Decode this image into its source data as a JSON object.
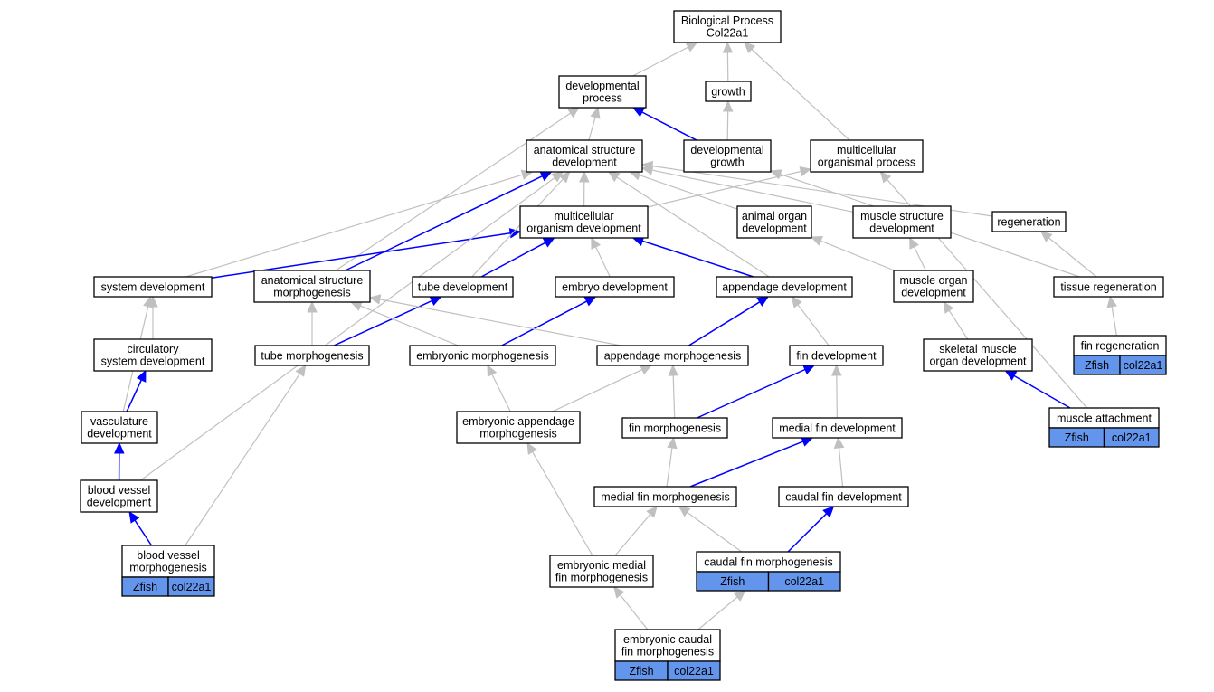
{
  "graph": {
    "nodes": {
      "bp": {
        "lines": [
          "Biological Process",
          "Col22a1"
        ]
      },
      "devproc": {
        "lines": [
          "developmental",
          "process"
        ]
      },
      "growth": {
        "lines": [
          "growth"
        ]
      },
      "asd": {
        "lines": [
          "anatomical structure",
          "development"
        ]
      },
      "devgrowth": {
        "lines": [
          "developmental",
          "growth"
        ]
      },
      "mop": {
        "lines": [
          "multicellular",
          "organismal process"
        ]
      },
      "mod": {
        "lines": [
          "multicellular",
          "organism development"
        ]
      },
      "aod": {
        "lines": [
          "animal organ",
          "development"
        ]
      },
      "msd": {
        "lines": [
          "muscle structure",
          "development"
        ]
      },
      "regen": {
        "lines": [
          "regeneration"
        ]
      },
      "sysdev": {
        "lines": [
          "system development"
        ]
      },
      "asm": {
        "lines": [
          "anatomical structure",
          "morphogenesis"
        ]
      },
      "tubedev": {
        "lines": [
          "tube development"
        ]
      },
      "embdev": {
        "lines": [
          "embryo development"
        ]
      },
      "appdev": {
        "lines": [
          "appendage development"
        ]
      },
      "muscorg": {
        "lines": [
          "muscle organ",
          "development"
        ]
      },
      "tissregen": {
        "lines": [
          "tissue regeneration"
        ]
      },
      "circ": {
        "lines": [
          "circulatory",
          "system development"
        ]
      },
      "tubemorph": {
        "lines": [
          "tube morphogenesis"
        ]
      },
      "embmorph": {
        "lines": [
          "embryonic morphogenesis"
        ]
      },
      "appmorph": {
        "lines": [
          "appendage morphogenesis"
        ]
      },
      "findev": {
        "lines": [
          "fin development"
        ]
      },
      "skel": {
        "lines": [
          "skeletal muscle",
          "organ development"
        ]
      },
      "finregen": {
        "lines": [
          "fin regeneration"
        ],
        "annotation": [
          "Zfish",
          "col22a1"
        ]
      },
      "vasc": {
        "lines": [
          "vasculature",
          "development"
        ]
      },
      "embapp": {
        "lines": [
          "embryonic appendage",
          "morphogenesis"
        ]
      },
      "finmorph": {
        "lines": [
          "fin morphogenesis"
        ]
      },
      "medfindev": {
        "lines": [
          "medial fin development"
        ]
      },
      "muscatt": {
        "lines": [
          "muscle attachment"
        ],
        "annotation": [
          "Zfish",
          "col22a1"
        ]
      },
      "bvd": {
        "lines": [
          "blood vessel",
          "development"
        ]
      },
      "medfinmorph": {
        "lines": [
          "medial fin morphogenesis"
        ]
      },
      "caudfindev": {
        "lines": [
          "caudal fin development"
        ]
      },
      "bvm": {
        "lines": [
          "blood vessel",
          "morphogenesis"
        ],
        "annotation": [
          "Zfish",
          "col22a1"
        ]
      },
      "embmedfin": {
        "lines": [
          "embryonic medial",
          "fin morphogenesis"
        ]
      },
      "caudfinmorph": {
        "lines": [
          "caudal fin morphogenesis"
        ],
        "annotation": [
          "Zfish",
          "col22a1"
        ]
      },
      "embcaud": {
        "lines": [
          "embryonic caudal",
          "fin morphogenesis"
        ],
        "annotation": [
          "Zfish",
          "col22a1"
        ]
      }
    },
    "edges": [
      [
        "devproc",
        "bp",
        "grey"
      ],
      [
        "growth",
        "bp",
        "grey"
      ],
      [
        "mop",
        "bp",
        "grey"
      ],
      [
        "asd",
        "devproc",
        "grey"
      ],
      [
        "devgrowth",
        "devproc",
        "blue"
      ],
      [
        "devgrowth",
        "growth",
        "grey"
      ],
      [
        "asm",
        "devproc",
        "grey"
      ],
      [
        "mod",
        "asd",
        "grey"
      ],
      [
        "mod",
        "mop",
        "grey"
      ],
      [
        "aod",
        "asd",
        "grey"
      ],
      [
        "msd",
        "asd",
        "grey"
      ],
      [
        "regen",
        "asd",
        "grey"
      ],
      [
        "sysdev",
        "asd",
        "grey"
      ],
      [
        "sysdev",
        "mod",
        "blue"
      ],
      [
        "asm",
        "asd",
        "blue"
      ],
      [
        "tubedev",
        "asd",
        "grey"
      ],
      [
        "tubedev",
        "mod",
        "blue"
      ],
      [
        "embdev",
        "mod",
        "grey"
      ],
      [
        "appdev",
        "asd",
        "grey"
      ],
      [
        "appdev",
        "mod",
        "blue"
      ],
      [
        "muscorg",
        "aod",
        "grey"
      ],
      [
        "muscorg",
        "msd",
        "grey"
      ],
      [
        "tissregen",
        "regen",
        "grey"
      ],
      [
        "tissregen",
        "devgrowth",
        "grey"
      ],
      [
        "circ",
        "sysdev",
        "grey"
      ],
      [
        "tubemorph",
        "asm",
        "grey"
      ],
      [
        "tubemorph",
        "tubedev",
        "blue"
      ],
      [
        "embmorph",
        "asm",
        "grey"
      ],
      [
        "embmorph",
        "embdev",
        "blue"
      ],
      [
        "appmorph",
        "asm",
        "grey"
      ],
      [
        "appmorph",
        "appdev",
        "blue"
      ],
      [
        "findev",
        "appdev",
        "grey"
      ],
      [
        "skel",
        "muscorg",
        "grey"
      ],
      [
        "finregen",
        "tissregen",
        "grey"
      ],
      [
        "vasc",
        "circ",
        "blue"
      ],
      [
        "vasc",
        "sysdev",
        "grey"
      ],
      [
        "embapp",
        "embmorph",
        "grey"
      ],
      [
        "embapp",
        "appmorph",
        "grey"
      ],
      [
        "finmorph",
        "appmorph",
        "grey"
      ],
      [
        "finmorph",
        "findev",
        "blue"
      ],
      [
        "medfindev",
        "findev",
        "grey"
      ],
      [
        "muscatt",
        "skel",
        "blue"
      ],
      [
        "muscatt",
        "mop",
        "grey"
      ],
      [
        "bvd",
        "vasc",
        "blue"
      ],
      [
        "bvd",
        "asd",
        "grey"
      ],
      [
        "medfinmorph",
        "finmorph",
        "grey"
      ],
      [
        "medfinmorph",
        "medfindev",
        "blue"
      ],
      [
        "caudfindev",
        "medfindev",
        "grey"
      ],
      [
        "bvm",
        "bvd",
        "blue"
      ],
      [
        "bvm",
        "tubemorph",
        "grey"
      ],
      [
        "embmedfin",
        "embapp",
        "grey"
      ],
      [
        "embmedfin",
        "medfinmorph",
        "grey"
      ],
      [
        "caudfinmorph",
        "medfinmorph",
        "grey"
      ],
      [
        "caudfinmorph",
        "caudfindev",
        "blue"
      ],
      [
        "embcaud",
        "embmedfin",
        "grey"
      ],
      [
        "embcaud",
        "caudfinmorph",
        "grey"
      ]
    ]
  }
}
